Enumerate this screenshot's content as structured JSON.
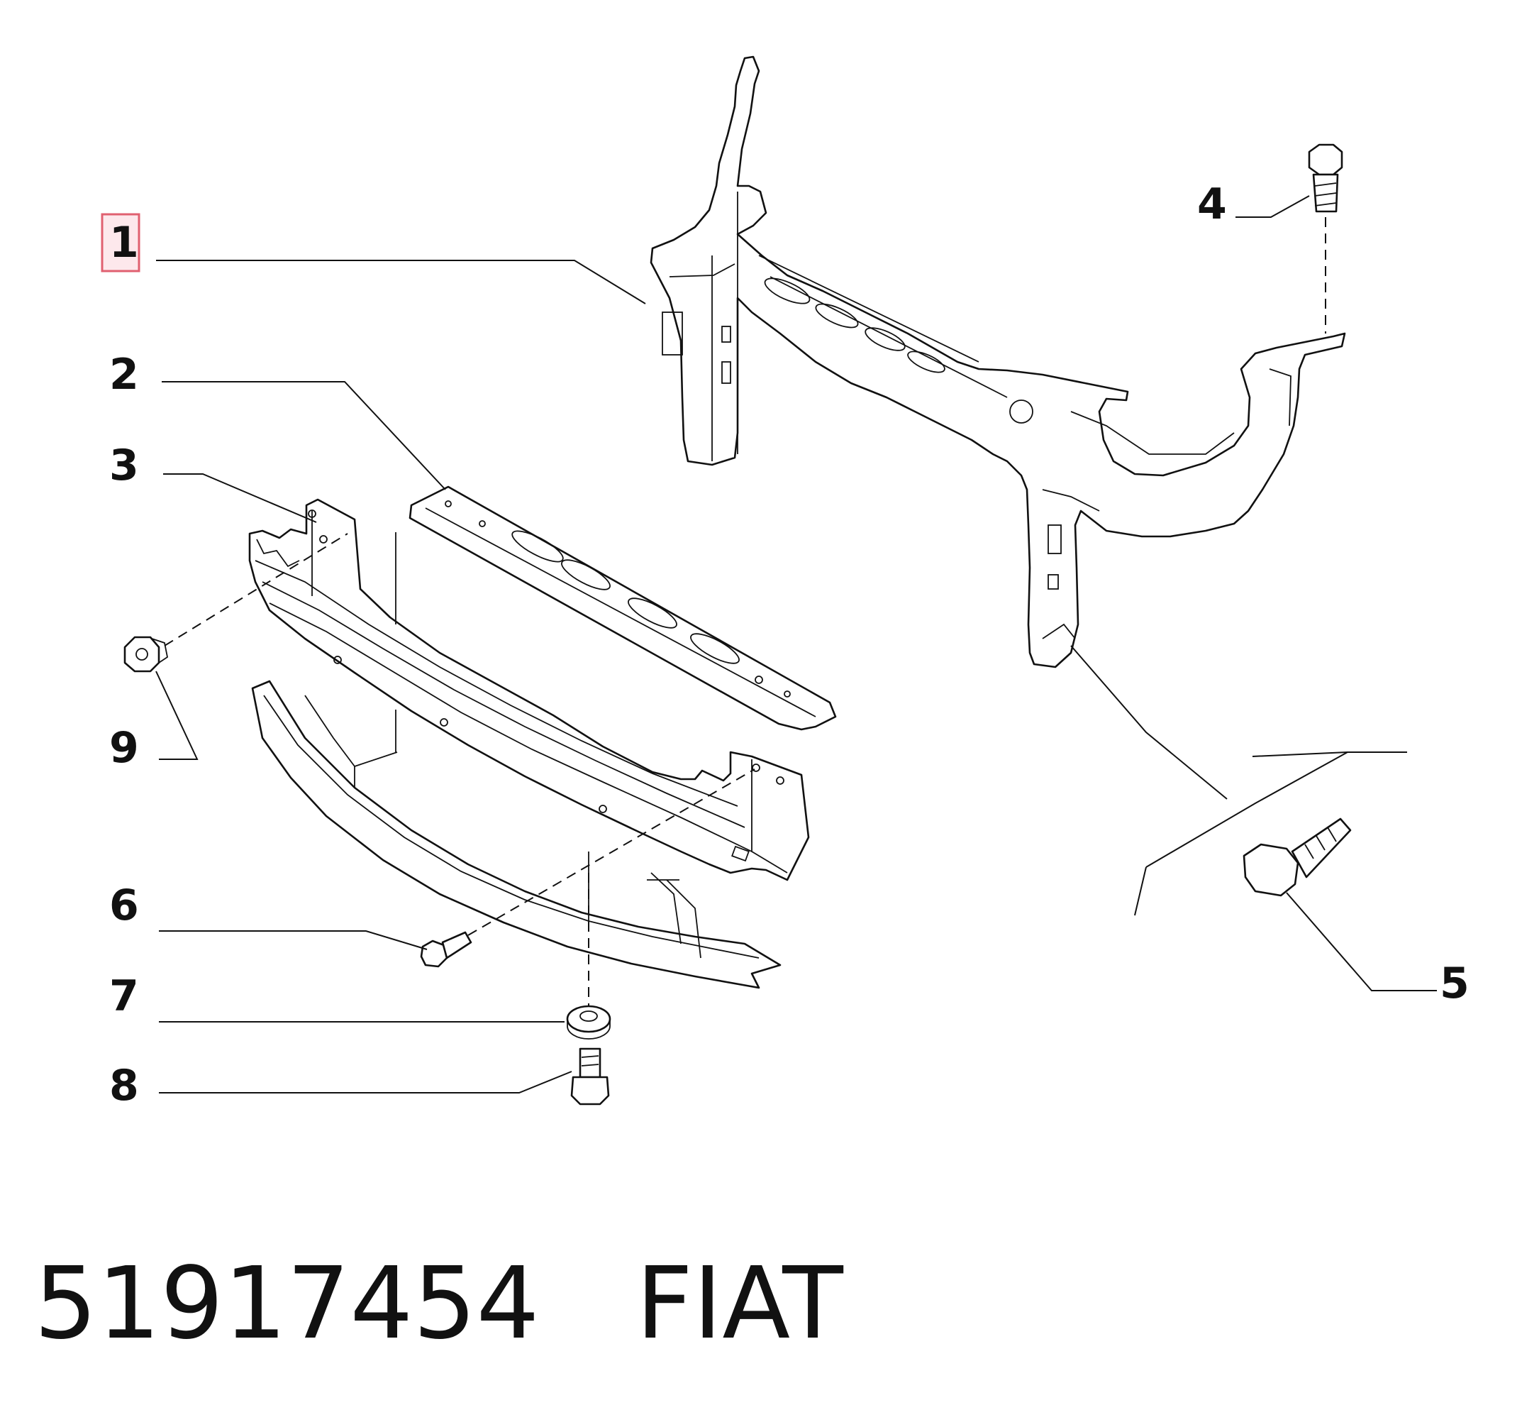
{
  "callouts": [
    {
      "id": "1",
      "label": "1",
      "highlighted": true
    },
    {
      "id": "2",
      "label": "2"
    },
    {
      "id": "3",
      "label": "3"
    },
    {
      "id": "4",
      "label": "4"
    },
    {
      "id": "5",
      "label": "5"
    },
    {
      "id": "6",
      "label": "6"
    },
    {
      "id": "7",
      "label": "7"
    },
    {
      "id": "8",
      "label": "8"
    },
    {
      "id": "9",
      "label": "9"
    }
  ],
  "footer": {
    "part_number": "51917454",
    "brand": "FIAT"
  },
  "colors": {
    "highlight_border": "#e06070",
    "highlight_fill": "#fde8ec",
    "line": "#111111",
    "background": "#ffffff"
  }
}
